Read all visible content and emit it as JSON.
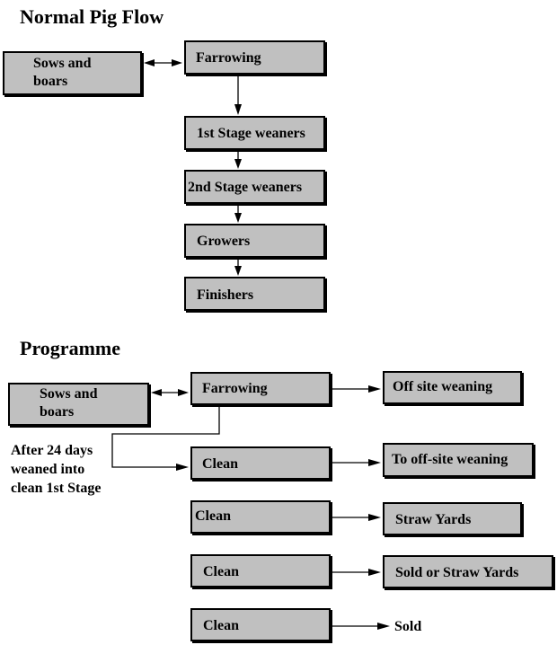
{
  "sections": {
    "normal": {
      "title": "Normal Pig Flow"
    },
    "programme": {
      "title": "Programme"
    }
  },
  "normal_flow": {
    "sows": "Sows and\nboars",
    "farrowing": "Farrowing",
    "stage1": "1st Stage weaners",
    "stage2": "2nd Stage weaners",
    "growers": "Growers",
    "finishers": "Finishers"
  },
  "programme_flow": {
    "sows": "Sows and\nboars",
    "farrowing": "Farrowing",
    "offsite": "Off site weaning",
    "note": "After 24 days\nweaned into\nclean 1st Stage",
    "clean1": "Clean",
    "to_offsite": "To off-site weaning",
    "clean2": "Clean",
    "straw": "Straw Yards",
    "clean3": "Clean",
    "sold_straw": "Sold or Straw Yards",
    "clean4": "Clean",
    "sold": "Sold"
  }
}
